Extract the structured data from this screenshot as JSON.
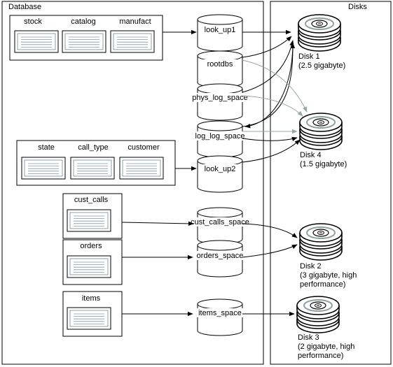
{
  "panels": {
    "database_label": "Database",
    "disks_label": "Disks"
  },
  "table_groups": [
    {
      "id": "g1",
      "tables": [
        "stock",
        "catalog",
        "manufact"
      ]
    },
    {
      "id": "g2",
      "tables": [
        "state",
        "call_type",
        "customer"
      ]
    },
    {
      "id": "g3",
      "tables": [
        "cust_calls"
      ]
    },
    {
      "id": "g4",
      "tables": [
        "orders"
      ]
    },
    {
      "id": "g5",
      "tables": [
        "items"
      ]
    }
  ],
  "spaces": [
    "look_up1",
    "rootdbs",
    "phys_log_space",
    "log_log_space",
    "look_up2",
    "cust_calls_space",
    "orders_space",
    "items_space"
  ],
  "disks": [
    {
      "name": "Disk 1",
      "lines": [
        "(2.5 gigabyte)"
      ]
    },
    {
      "name": "Disk 4",
      "lines": [
        "(1.5 gigabyte)"
      ]
    },
    {
      "name": "Disk 2",
      "lines": [
        "(3 gigabyte, high",
        "performance)"
      ]
    },
    {
      "name": "Disk 3",
      "lines": [
        "(2 gigabyte, high",
        "performance)"
      ]
    }
  ]
}
